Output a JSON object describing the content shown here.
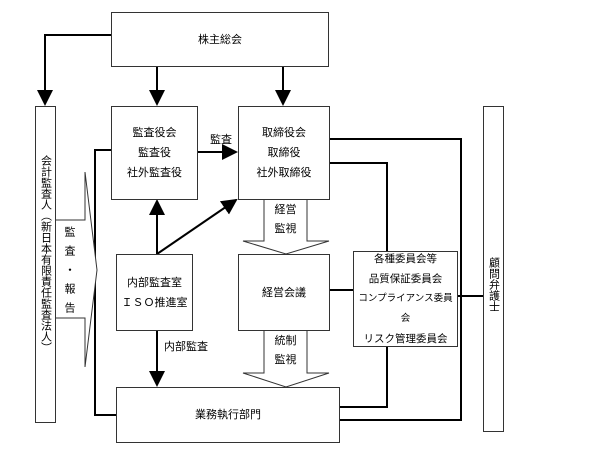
{
  "nodes": {
    "shareholders": "株主総会",
    "auditor": "会計監査人（新日本有限責任監査法人）",
    "lawyer": "顧問弁護士",
    "audit_board": [
      "監査役会",
      "監査役",
      "社外監査役"
    ],
    "board": [
      "取締役会",
      "取締役",
      "社外取締役"
    ],
    "internal_audit": [
      "内部監査室",
      "ＩＳＯ推進室"
    ],
    "management_meeting": "経営会議",
    "committees": [
      "各種委員会等",
      "品質保証委員会",
      "コンプライアンス委員会",
      "リスク管理委員会"
    ],
    "operations": "業務執行部門"
  },
  "labels": {
    "audit": "監査",
    "audit_report": "監査・報告",
    "mgmt_monitor": [
      "経営",
      "監視"
    ],
    "control_monitor": [
      "統制",
      "監視"
    ],
    "internal_audit": "内部監査"
  }
}
